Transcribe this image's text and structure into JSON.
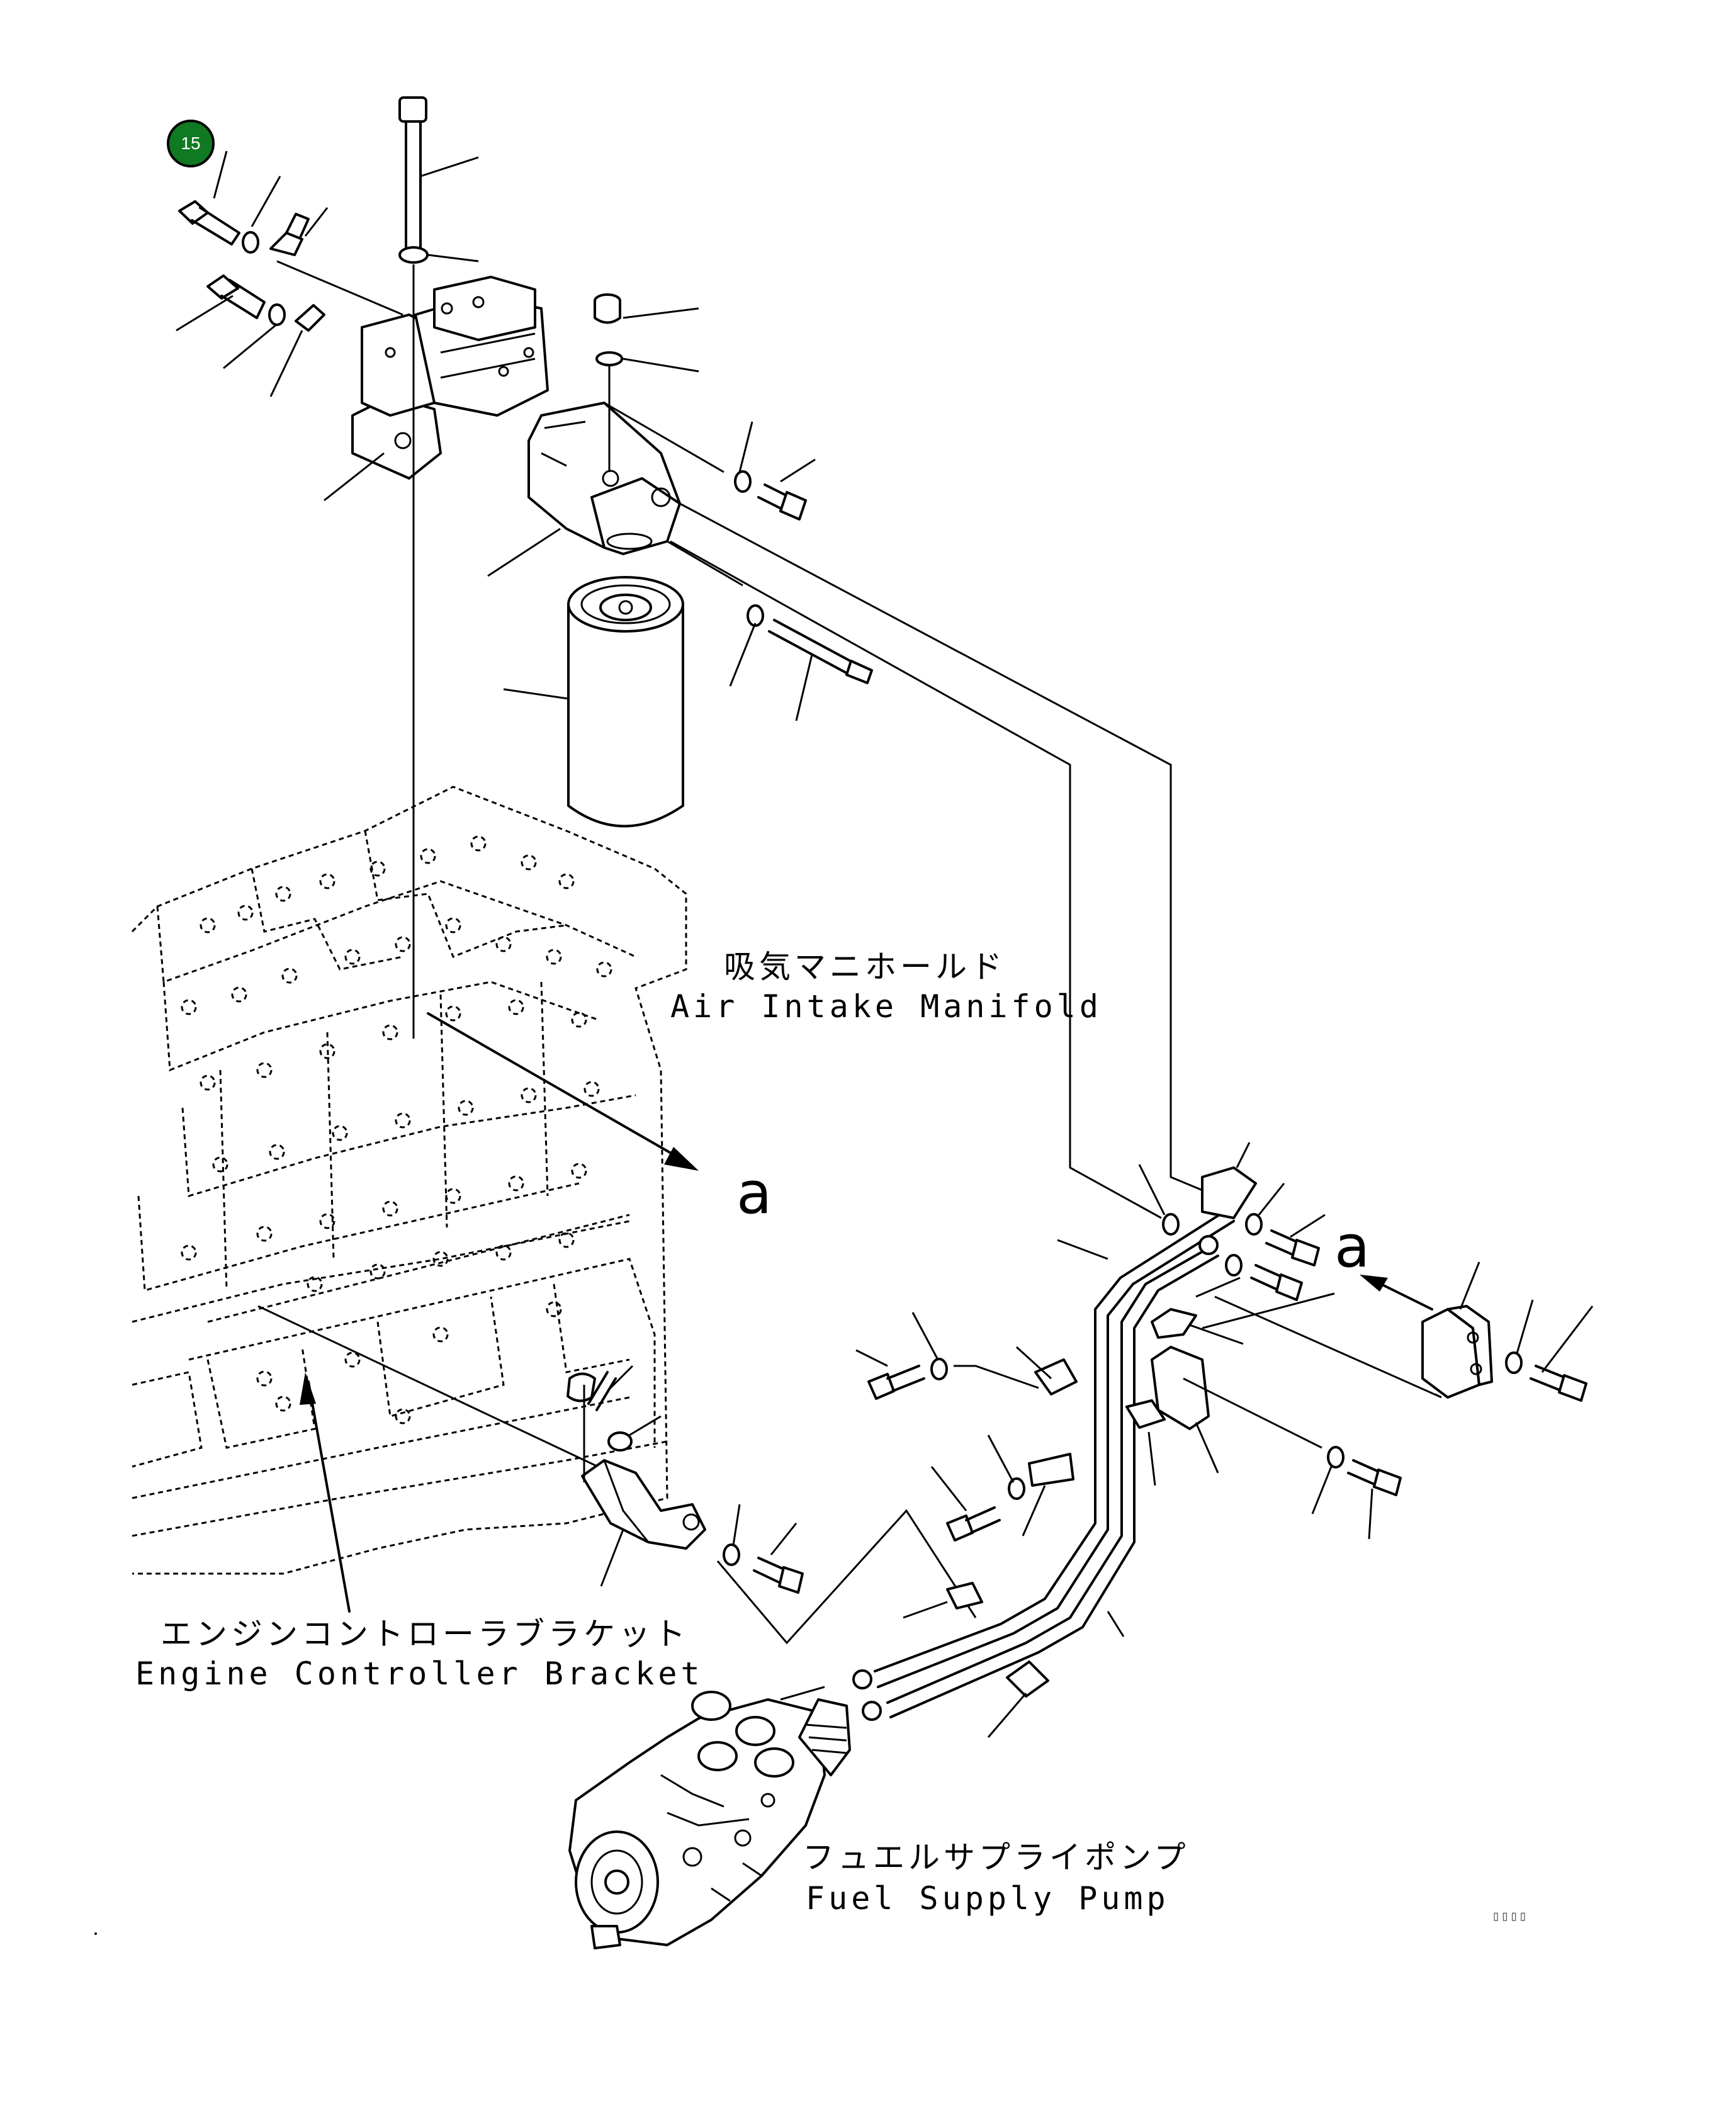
{
  "diagram": {
    "callout_number": "15",
    "labels": {
      "air_intake_manifold_jp": "吸気マニホールド",
      "air_intake_manifold_en": "Air Intake Manifold",
      "engine_controller_bracket_jp": "エンジンコントローラブラケット",
      "engine_controller_bracket_en": "Engine Controller Bracket",
      "fuel_supply_pump_jp": "フュエルサプライポンプ",
      "fuel_supply_pump_en": "Fuel Supply Pump"
    },
    "view_marker_left": "a",
    "view_marker_right": "a"
  }
}
